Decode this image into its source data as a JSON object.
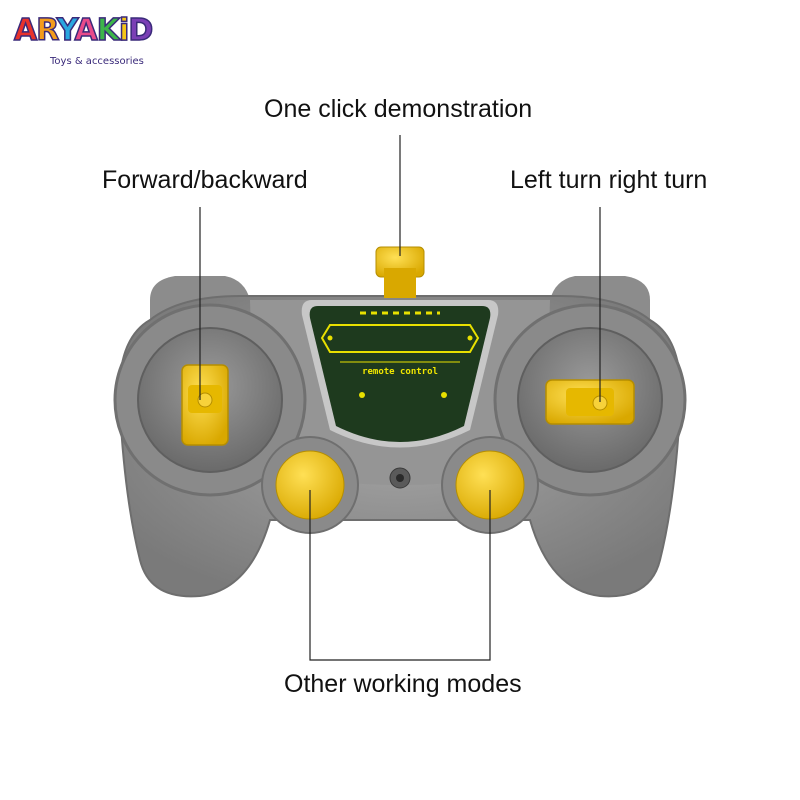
{
  "logo": {
    "brand": "ARYAKID",
    "letters": [
      "A",
      "R",
      "Y",
      "A",
      "K",
      "i",
      "D"
    ],
    "tagline": "Toys & accessories",
    "letter_colors": [
      "#e8322c",
      "#f39c1c",
      "#2aa7e0",
      "#e84a8a",
      "#3cb54a",
      "#f5c518",
      "#7a3fb5"
    ]
  },
  "callouts": {
    "one_click": "One click demonstration",
    "forward_backward": "Forward/backward",
    "left_right_turn": "Left turn right turn",
    "other_modes": "Other working modes"
  },
  "controller": {
    "panel_text": "remote control",
    "colors": {
      "body": "#8f8f8f",
      "body_dark": "#6e6e6e",
      "accent": "#f2c30f",
      "panel": "#1e3a1e",
      "panel_line": "#e8e000"
    }
  }
}
